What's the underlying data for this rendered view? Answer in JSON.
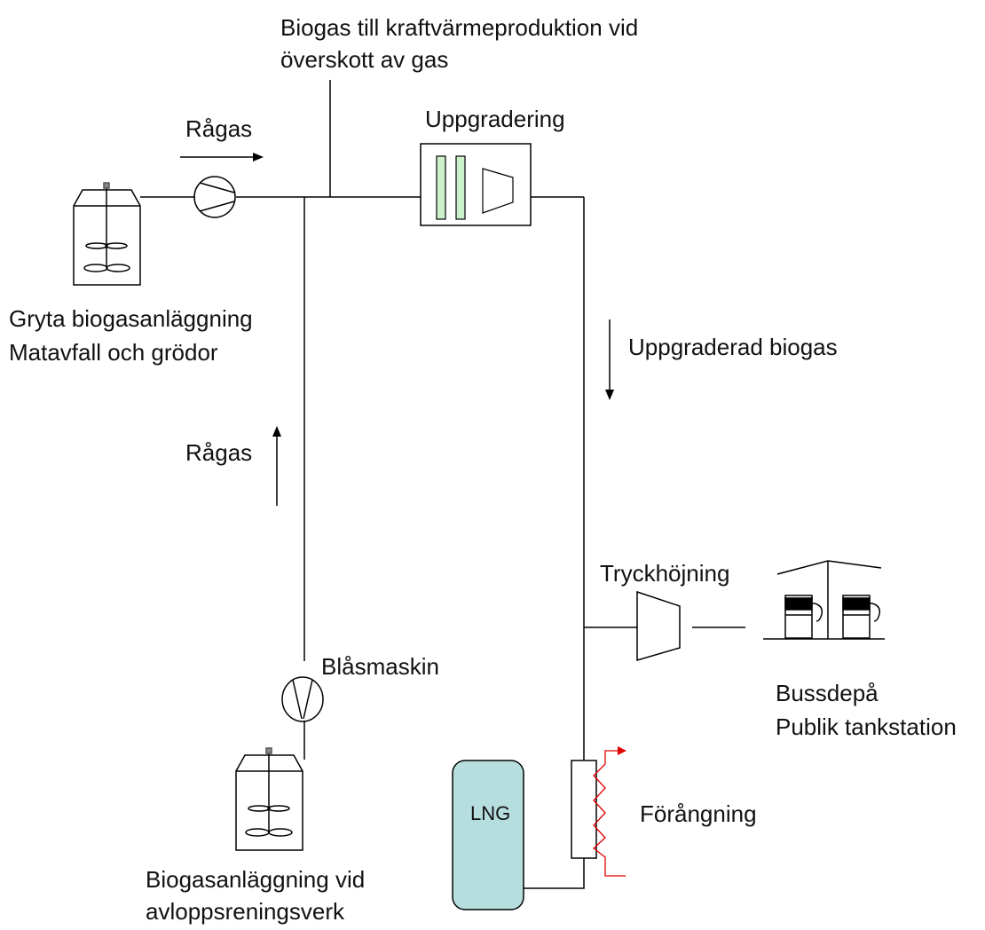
{
  "labels": {
    "surplus_line1": "Biogas till kraftvärmeproduktion vid",
    "surplus_line2": "överskott av gas",
    "ragas_top": "Rågas",
    "uppgradering": "Uppgradering",
    "gryta_line1": "Gryta biogasanläggning",
    "gryta_line2": "Matavfall och grödor",
    "uppgraderad": "Uppgraderad biogas",
    "ragas_mid": "Rågas",
    "tryckhojning": "Tryckhöjning",
    "blasmaskin": "Blåsmaskin",
    "bussdepa": "Bussdepå",
    "publik": "Publik tankstation",
    "lng": "LNG",
    "forangning": "Förångning",
    "avlopp_line1": "Biogasanläggning vid",
    "avlopp_line2": "avloppsreningsverk"
  },
  "colors": {
    "line": "#000000",
    "filter_fill": "#ccf2cc",
    "lng_fill": "#b7dede",
    "heater_line": "#e00000"
  }
}
